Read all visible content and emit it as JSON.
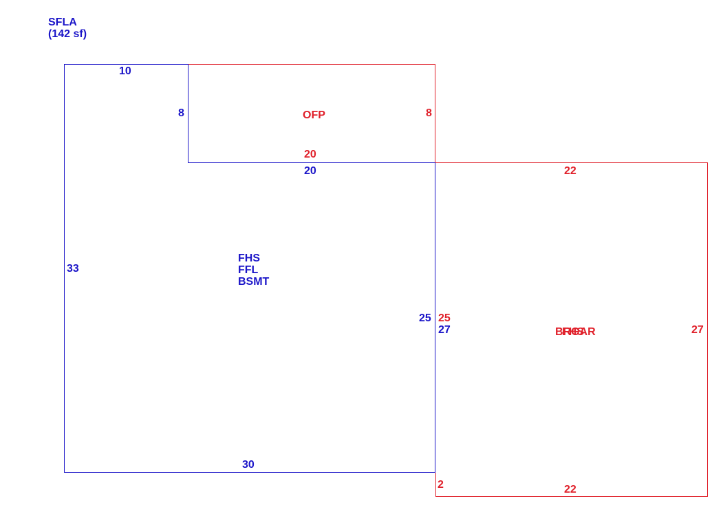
{
  "colors": {
    "living_area": "#1a14c8",
    "other_area": "#e0202a",
    "background": "#ffffff"
  },
  "summary": {
    "area_code": "SFLA",
    "area_total": "(142 sf)"
  },
  "main_structure": {
    "labels": [
      "FHS",
      "FFL",
      "BSMT"
    ],
    "dims": {
      "top": "10",
      "inner_vertical": "8",
      "inner_horizontal": "20",
      "left": "33",
      "right_upper": "25",
      "right_lower": "27",
      "bottom": "30"
    }
  },
  "porch": {
    "label": "OFP",
    "dims": {
      "right": "8",
      "bottom": "20"
    }
  },
  "garage": {
    "label_a": "BRGAR",
    "label_b": "FHS",
    "dims": {
      "top": "22",
      "left_upper": "25",
      "right": "27",
      "left_lower": "2",
      "bottom": "22"
    }
  }
}
